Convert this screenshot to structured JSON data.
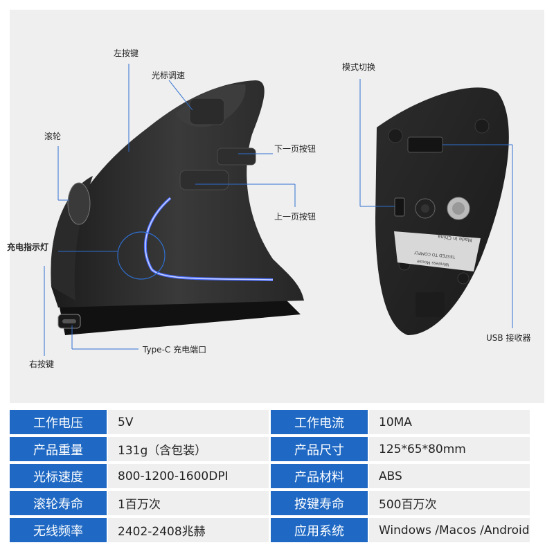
{
  "callouts": {
    "left_button": "左按键",
    "cursor_speed": "光标调速",
    "scroll_wheel": "滚轮",
    "page_down": "下一页按钮",
    "page_up": "上一页按钮",
    "charge_indicator": "充电指示灯",
    "type_c_port": "Type-C 充电端口",
    "right_button": "右按键",
    "mode_switch": "模式切换",
    "usb_receiver": "USB 接收器"
  },
  "bottom_sticker": {
    "line1": "Wireless Mouse",
    "line2": "TESTED TO COMPLY",
    "line3": "Made in China"
  },
  "specs": [
    {
      "k1": "工作电压",
      "v1": "5V",
      "k2": "工作电流",
      "v2": "10MA"
    },
    {
      "k1": "产品重量",
      "v1": "131g（含包装）",
      "k2": "产品尺寸",
      "v2": "125*65*80mm"
    },
    {
      "k1": "光标速度",
      "v1": "800-1200-1600DPI",
      "k2": "产品材料",
      "v2": "ABS"
    },
    {
      "k1": "滚轮寿命",
      "v1": "1百万次",
      "k2": "按键寿命",
      "v2": "500百万次"
    },
    {
      "k1": "无线频率",
      "v1": "2402-2408兆赫",
      "k2": "应用系统",
      "v2": "Windows /Macos /Android"
    }
  ],
  "colors": {
    "spec_key_bg": "#1f69c4",
    "spec_val_bg": "#efefef",
    "photo_bg": "#efefef",
    "callout_line": "#2f6fd0",
    "led_glow": "#4a6cff"
  }
}
